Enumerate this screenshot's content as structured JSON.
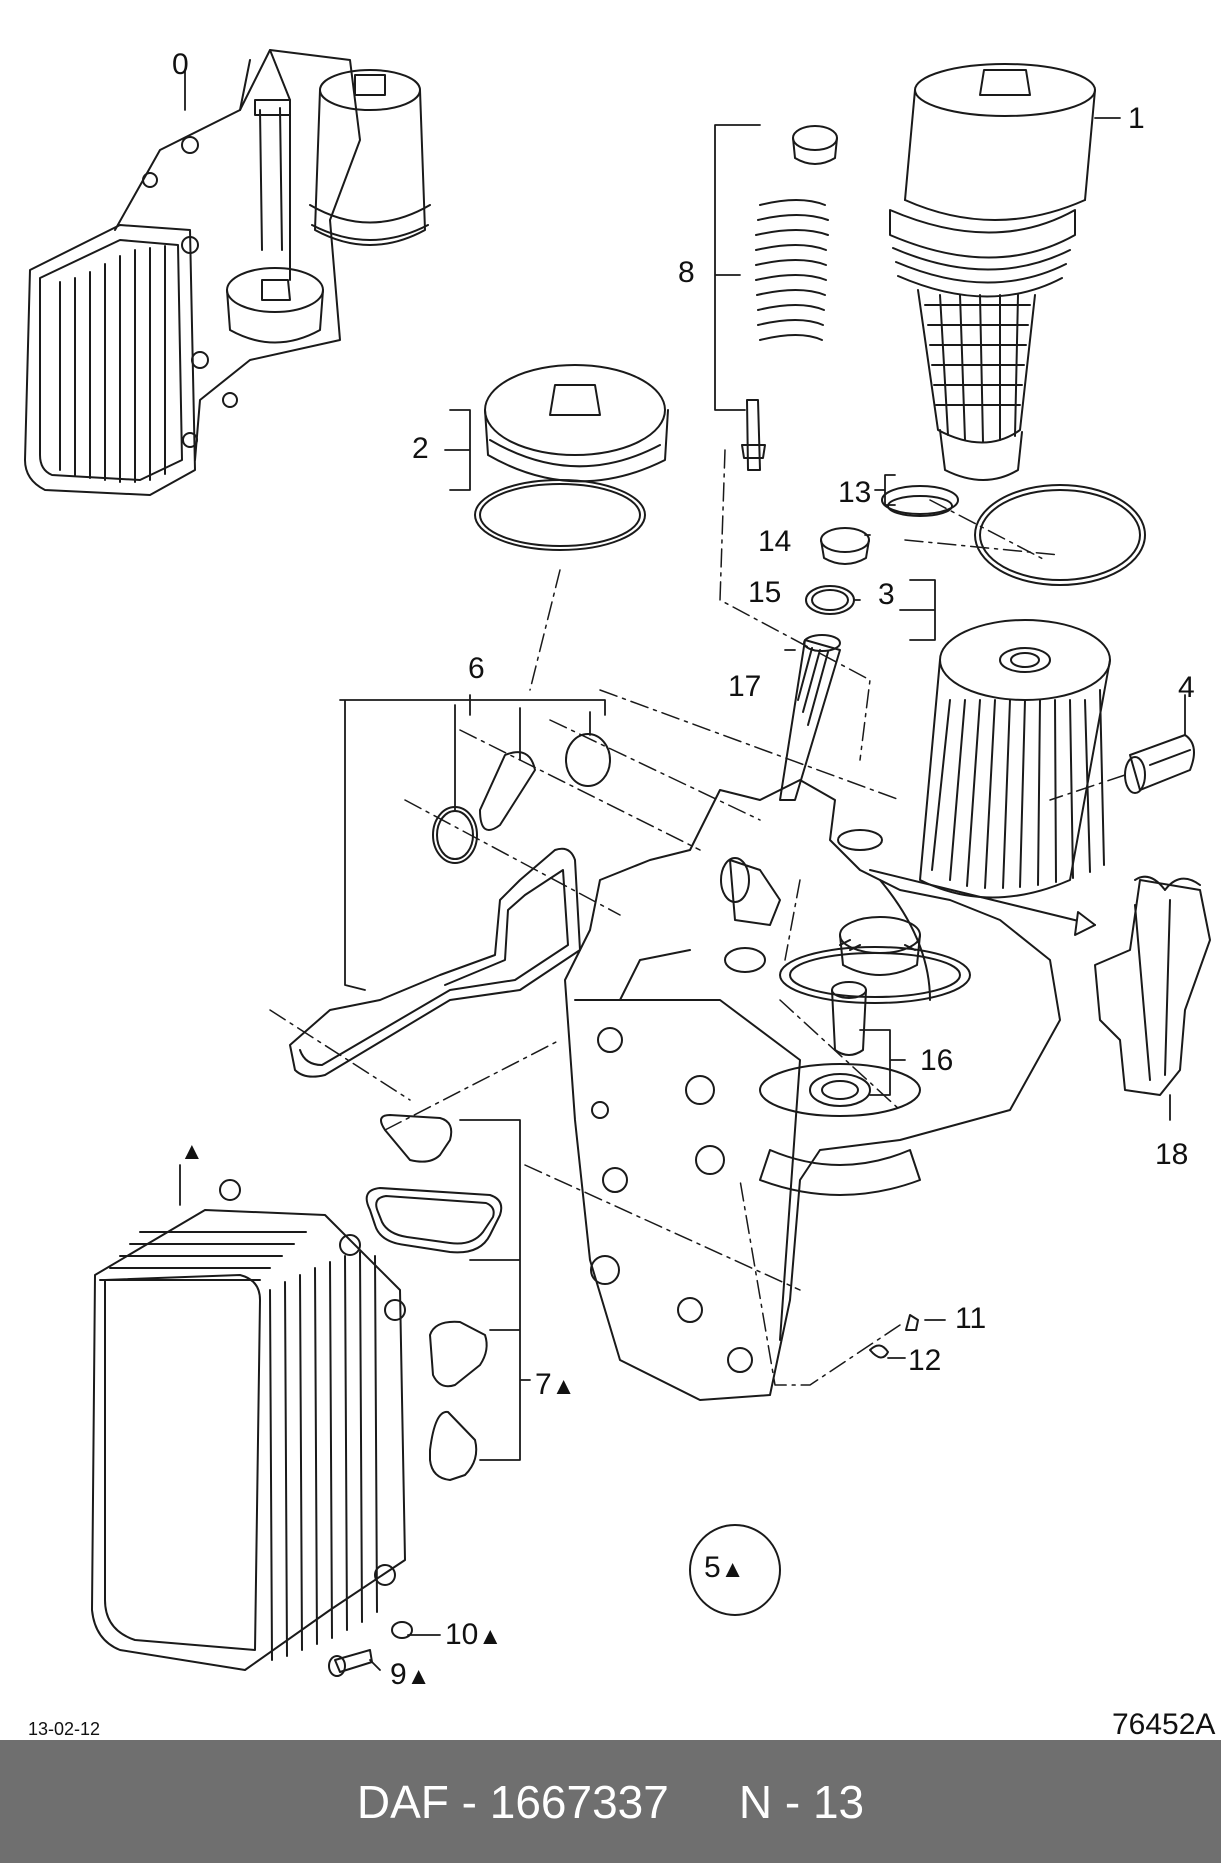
{
  "callouts": {
    "c0": "0",
    "c1": "1",
    "c2": "2",
    "c3": "3",
    "c4": "4",
    "c5": "5",
    "c6": "6",
    "c7": "7",
    "c8": "8",
    "c9": "9",
    "c10": "10",
    "c11": "11",
    "c12": "12",
    "c13": "13",
    "c14": "14",
    "c15": "15",
    "c16": "16",
    "c17": "17",
    "c18": "18"
  },
  "marker_symbol": "▲",
  "date": "13-02-12",
  "drawing_code": "76452A",
  "footer": {
    "part": "DAF - 1667337",
    "page": "N - 13"
  },
  "colors": {
    "line": "#1a1a1a",
    "footer_bg": "#6f6f6f",
    "footer_text": "#ffffff"
  }
}
